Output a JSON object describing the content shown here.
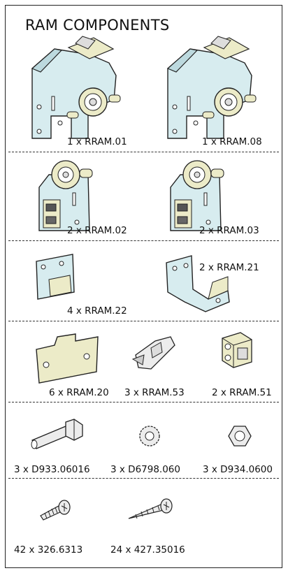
{
  "title": "RAM COMPONENTS",
  "colors": {
    "part_blue": "#d7ecef",
    "part_cream": "#ecebc8",
    "part_grey": "#ececec",
    "outline": "#222222"
  },
  "rows": [
    {
      "items": [
        {
          "qty": "1 x",
          "code": "RRAM.01",
          "icon": "bracket-carriage-icon"
        },
        {
          "qty": "1 x",
          "code": "RRAM.08",
          "icon": "bracket-carriage-icon"
        }
      ]
    },
    {
      "items": [
        {
          "qty": "2 x",
          "code": "RRAM.02",
          "icon": "guide-wheel-plate-icon"
        },
        {
          "qty": "2 x",
          "code": "RRAM.03",
          "icon": "guide-wheel-plate-icon"
        }
      ]
    },
    {
      "items": [
        {
          "qty": "4 x",
          "code": "RRAM.22",
          "icon": "clip-bracket-icon"
        },
        {
          "qty": "2 x",
          "code": "RRAM.21",
          "icon": "bent-bracket-icon"
        }
      ]
    },
    {
      "items": [
        {
          "qty": "6 x",
          "code": "RRAM.20",
          "icon": "flat-plate-icon"
        },
        {
          "qty": "3 x",
          "code": "RRAM.53",
          "icon": "clip-icon"
        },
        {
          "qty": "2 x",
          "code": "RRAM.51",
          "icon": "stop-block-icon"
        }
      ]
    },
    {
      "items": [
        {
          "qty": "3 x",
          "code": "D933.06016",
          "icon": "hex-bolt-icon"
        },
        {
          "qty": "3 x",
          "code": "D6798.060",
          "icon": "lock-washer-icon"
        },
        {
          "qty": "3 x",
          "code": "D934.0600",
          "icon": "hex-nut-icon"
        }
      ]
    },
    {
      "items": [
        {
          "qty": "42 x",
          "code": "326.6313",
          "icon": "short-screw-icon"
        },
        {
          "qty": "24 x",
          "code": "427.35016",
          "icon": "wood-screw-icon"
        }
      ]
    }
  ]
}
